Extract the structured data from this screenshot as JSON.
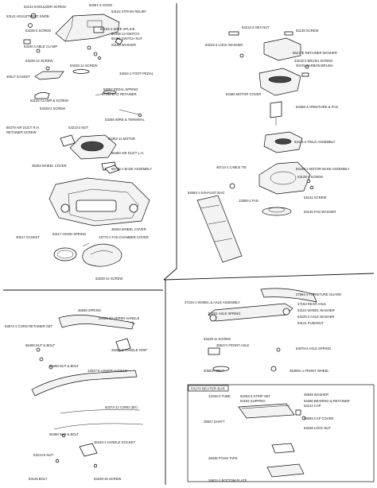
{
  "diagram": {
    "top_left_labels": [
      "84357-2 HOOD",
      "53143 SHOULDER SCREW",
      "53122 STRAIN RELIEF",
      "53141 ADJUSTMENT KNOB",
      "80152-1 WIRE SPLICE",
      "53228-2 SCREW",
      "86408-13 SWITCH",
      "85466 SWITCH NUT",
      "53160 CABLE CLAMP",
      "53160 WASHER",
      "53228-13 SCREW",
      "30517 GASKET",
      "53228-14 SCREW",
      "34634-1 FOOT PEDAL",
      "53097 PEDAL SPRING",
      "37234 BAG RETAINER",
      "53142 CLAMP & SCREW",
      "53228-2 SCREW",
      "53256 WIRE & TERMINAL",
      "53213-2 NUT",
      "85379 AIR DUCT R.H.",
      "RETAINER SCREW",
      "84382-11 MOTOR",
      "85360 AIR DUCT L.H.",
      "36263 WHEEL COVER",
      "55726-1 BASE ASSEMBLY",
      "36263 WHEEL COVER",
      "30517 GASKET",
      "53117 HOOD SPRING",
      "13770-1 FAN CHAMBER COVER",
      "53228-14 SCREW"
    ],
    "top_right_labels": [
      "53213-4 HEX NUT",
      "53138 SCREW",
      "53222-3 LOCK WASHER",
      "55217E RETAINER WASHER",
      "53218-2 BRUSH SCREW",
      "30476 CARBON BRUSH",
      "84386 MOTOR COVER",
      "54356-4 ARMATURE & FAN",
      "53441-2 FIELD ASSEMBLY",
      "46713-1 CABLE TIE",
      "84183-1 MOTOR BASE ASSEMBLY",
      "53128-1 SCREW",
      "84563-1 EXHAUST BAG",
      "53142 SCREW",
      "12688-1 FAN",
      "53146 FAN WASHER"
    ],
    "bottom_left_labels": [
      "36838 SPRING",
      "26325-20 UPPER HANDLE",
      "53574-1 CORD RETAINER SET",
      "55468 NUT & BOLT",
      "26253-6 HANDLE GRIP",
      "55468 NUT & BOLT",
      "12637-6 LOWER HANDLE",
      "52372-12 CORD (50')",
      "55468 NUT & BOLT",
      "36183-1 HANDLE SOCKET",
      "53213-5 NUT",
      "53145 BOLT",
      "53228-15 SCREW"
    ],
    "bottom_right_labels": [
      "27584-1 FURNITURE GUARD",
      "37234-1 WHEEL & AXLE ASSEMBLY",
      "37163 REAR AXLE",
      "53110 WHEEL WASHER",
      "53201 AXLE SPRING",
      "53225-2 AXLE WASHER",
      "53121 PUSHNUT",
      "53228-11 SCREW",
      "35647A FRONT AXLE",
      "53078-2 AXLE SPRING",
      "30503A BELT",
      "36369A-1 FRONT WHEEL"
    ],
    "beater_bar": {
      "title": "53270 BEATER BAR",
      "labels": [
        "12236-3 TUBE",
        "52263-3 STRIP SET",
        "53184 SUPPING",
        "45939 WASHER",
        "54286 BEARING & RETAINER",
        "53144 CAP",
        "36069 CAP COVER",
        "53168 LOCK NUT",
        "28827 SHAFT",
        "46038 FOAM TAPE",
        "28822-1 BOTTOM PLATE"
      ]
    }
  }
}
